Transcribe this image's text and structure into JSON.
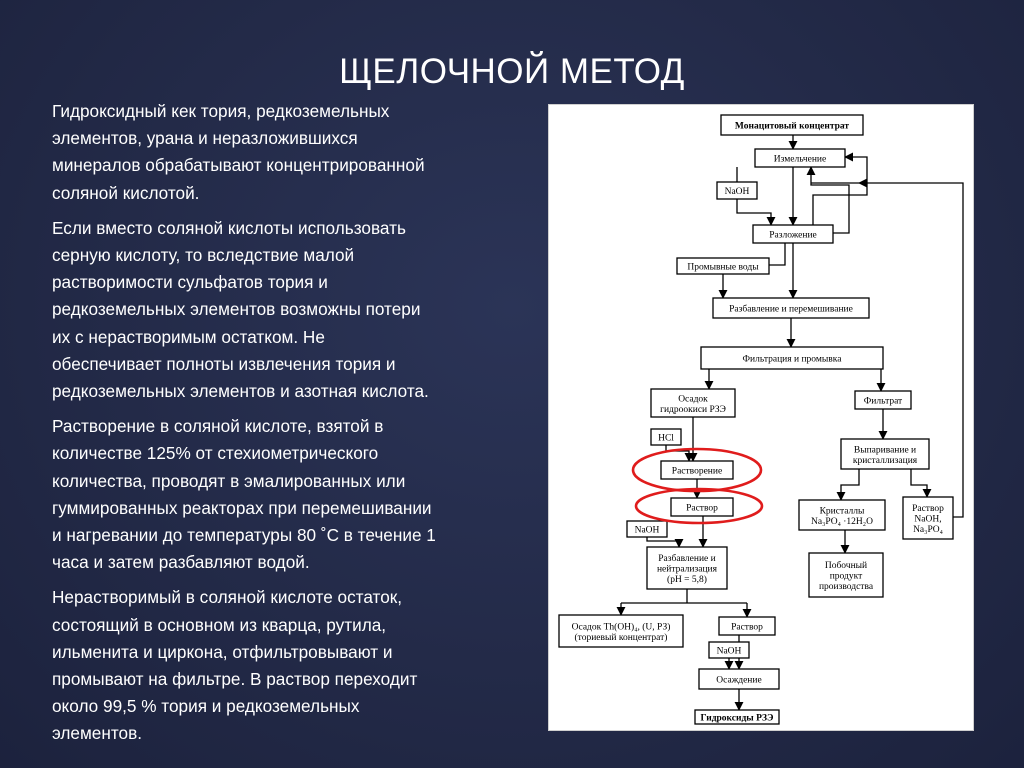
{
  "slide": {
    "title": "ЩЕЛОЧНОЙ МЕТОД",
    "paragraphs": [
      {
        "lines": [
          "Гидроксидный кек тория, редкоземельных",
          "элементов, урана и неразложившихся",
          "минералов обрабатывают концентрированной",
          "соляной кислотой."
        ]
      },
      {
        "lines": [
          "Если вместо соляной кислоты использовать",
          "серную кислоту, то вследствие малой",
          "растворимости сульфатов тория и",
          "редкоземельных элементов возможны потери",
          "их с нерастворимым остатком. Не",
          "обеспечивает полноты извлечения тория и",
          "редкоземельных элементов и азотная кислота."
        ]
      },
      {
        "lines": [
          "Растворение в соляной кислоте, взятой в",
          "количестве 125% от стехиометрического",
          "количества, проводят в эмалированных или",
          "гуммированных реакторах при перемешивании",
          "и нагревании до температуры 80 ˚С в течение 1",
          "часа и затем разбавляют водой."
        ]
      },
      {
        "lines": [
          "Нерастворимый в соляной кислоте остаток,",
          "состоящий в основном из кварца, рутила,",
          "ильменита и циркона, отфильтровывают и",
          "промывают на фильтре. В раствор переходит",
          "около 99,5 % тория и редкоземельных",
          "элементов."
        ]
      }
    ]
  },
  "flowchart": {
    "boxes": {
      "monazite": [
        "Монацитовый концентрат"
      ],
      "grinding": [
        "Измельчение"
      ],
      "naoh1": [
        "NaOH"
      ],
      "decomposition": [
        "Разложение"
      ],
      "wash_water": [
        "Промывные воды"
      ],
      "dilution": [
        "Разбавление и перемешивание"
      ],
      "filtration": [
        "Фильтрация и промывка"
      ],
      "precipitate": [
        "Осадок",
        "гидроокиси РЗЭ"
      ],
      "filtrate": [
        "Фильтрат"
      ],
      "hcl": [
        "HCl"
      ],
      "dissolution": [
        "Растворение"
      ],
      "evaporation": [
        "Выпаривание и",
        "кристаллизация"
      ],
      "solution": [
        "Раствор"
      ],
      "crystals": [
        "Кристаллы",
        "Na₃PO₄ ·12H₂O"
      ],
      "solution_naoh": [
        "Раствор",
        "NaOH,",
        "Na₃PO₄"
      ],
      "naoh2": [
        "NaOH"
      ],
      "neutralization": [
        "Разбавление и",
        "нейтрализация",
        "(pH = 5,8)"
      ],
      "byproduct": [
        "Побочный",
        "продукт",
        "производства"
      ],
      "thorium_cake": [
        "Осадок Th(OH)₄, (U, РЗ)",
        "(ториевый концентрат)"
      ],
      "solution2": [
        "Раствор"
      ],
      "naoh3": [
        "NaOH"
      ],
      "precipitation": [
        "Осаждение"
      ],
      "ree_hydroxides": [
        "Гидроксиды РЗЭ"
      ]
    },
    "highlight_color": "#e01c1c"
  }
}
